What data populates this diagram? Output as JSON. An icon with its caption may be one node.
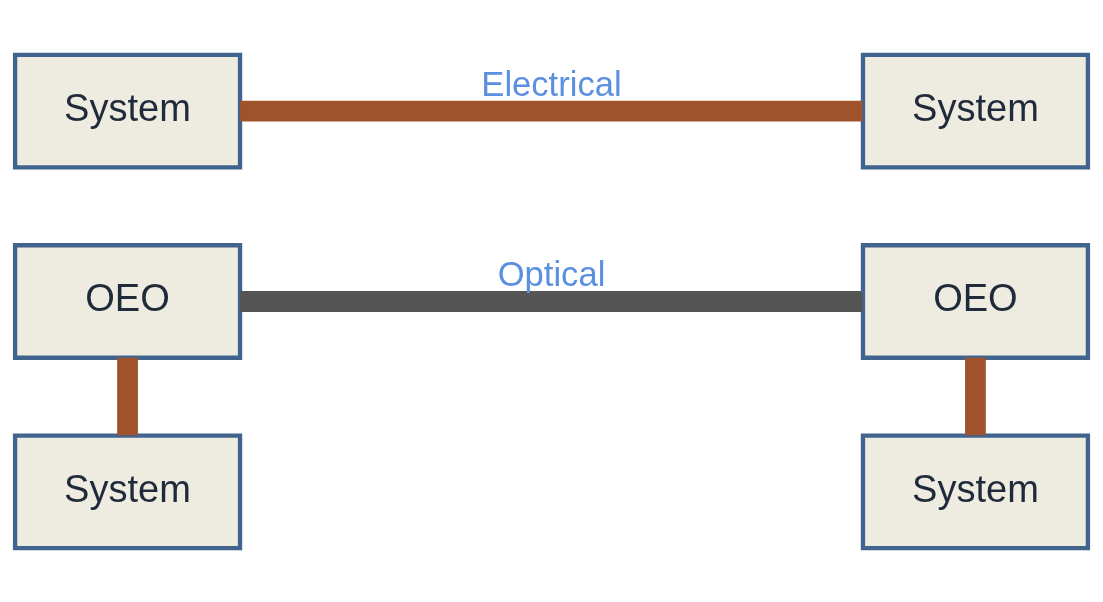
{
  "diagram": {
    "nodes": [
      {
        "text": [
          "System"
        ]
      },
      {
        "text": [
          "System"
        ]
      },
      {
        "text": [
          "OEO"
        ]
      },
      {
        "text": [
          "OEO"
        ]
      },
      {
        "text": [
          "System"
        ]
      },
      {
        "text": [
          "System"
        ]
      }
    ],
    "edges": [
      {
        "from": 0,
        "to": 1,
        "arrow": "none",
        "label": "Electrical"
      },
      {
        "from": 2,
        "to": 3,
        "arrow": "none",
        "label": "Optical",
        "color": "#555555"
      },
      {
        "from": 2,
        "to": 4,
        "arrow": "none"
      },
      {
        "from": 3,
        "to": 5,
        "arrow": "none"
      }
    ]
  }
}
